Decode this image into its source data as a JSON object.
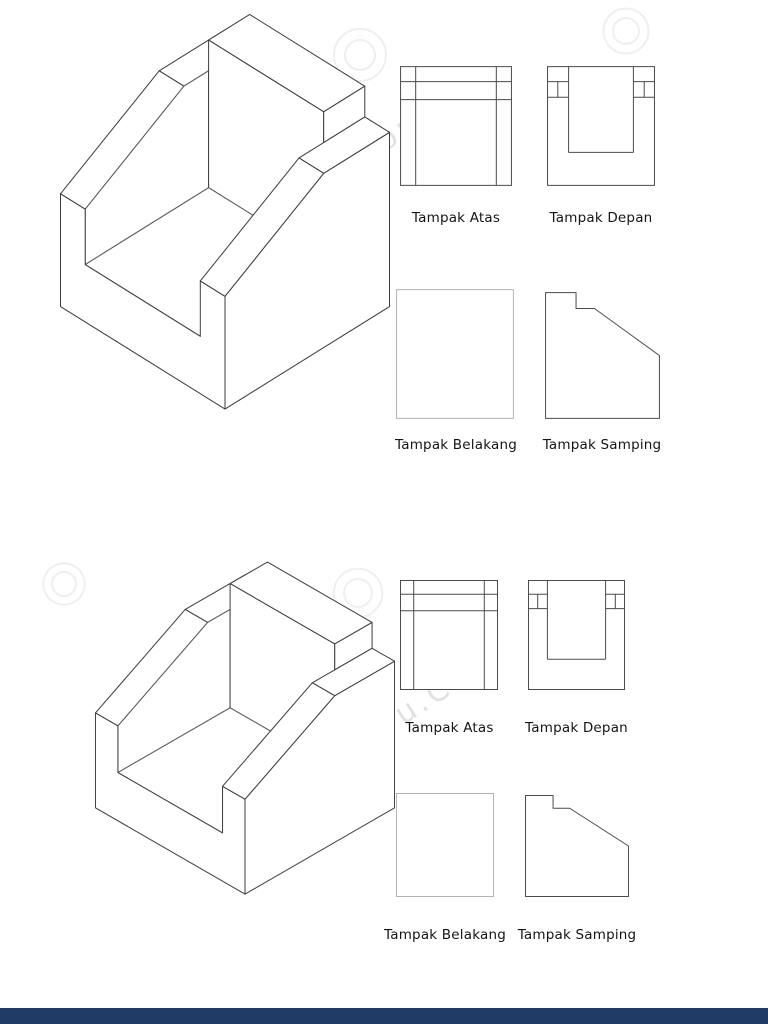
{
  "page": {
    "watermark": "KaryaGuru.Com",
    "footer_color": "#1f3b66"
  },
  "panels": [
    {
      "views": {
        "top": {
          "label": "Tampak Atas"
        },
        "front": {
          "label": "Tampak Depan"
        },
        "back": {
          "label": "Tampak Belakang"
        },
        "side": {
          "label": "Tampak Samping"
        }
      }
    },
    {
      "views": {
        "top": {
          "label": "Tampak Atas"
        },
        "front": {
          "label": "Tampak Depan"
        },
        "back": {
          "label": "Tampak Belakang"
        },
        "side": {
          "label": "Tampak Samping"
        }
      }
    }
  ]
}
